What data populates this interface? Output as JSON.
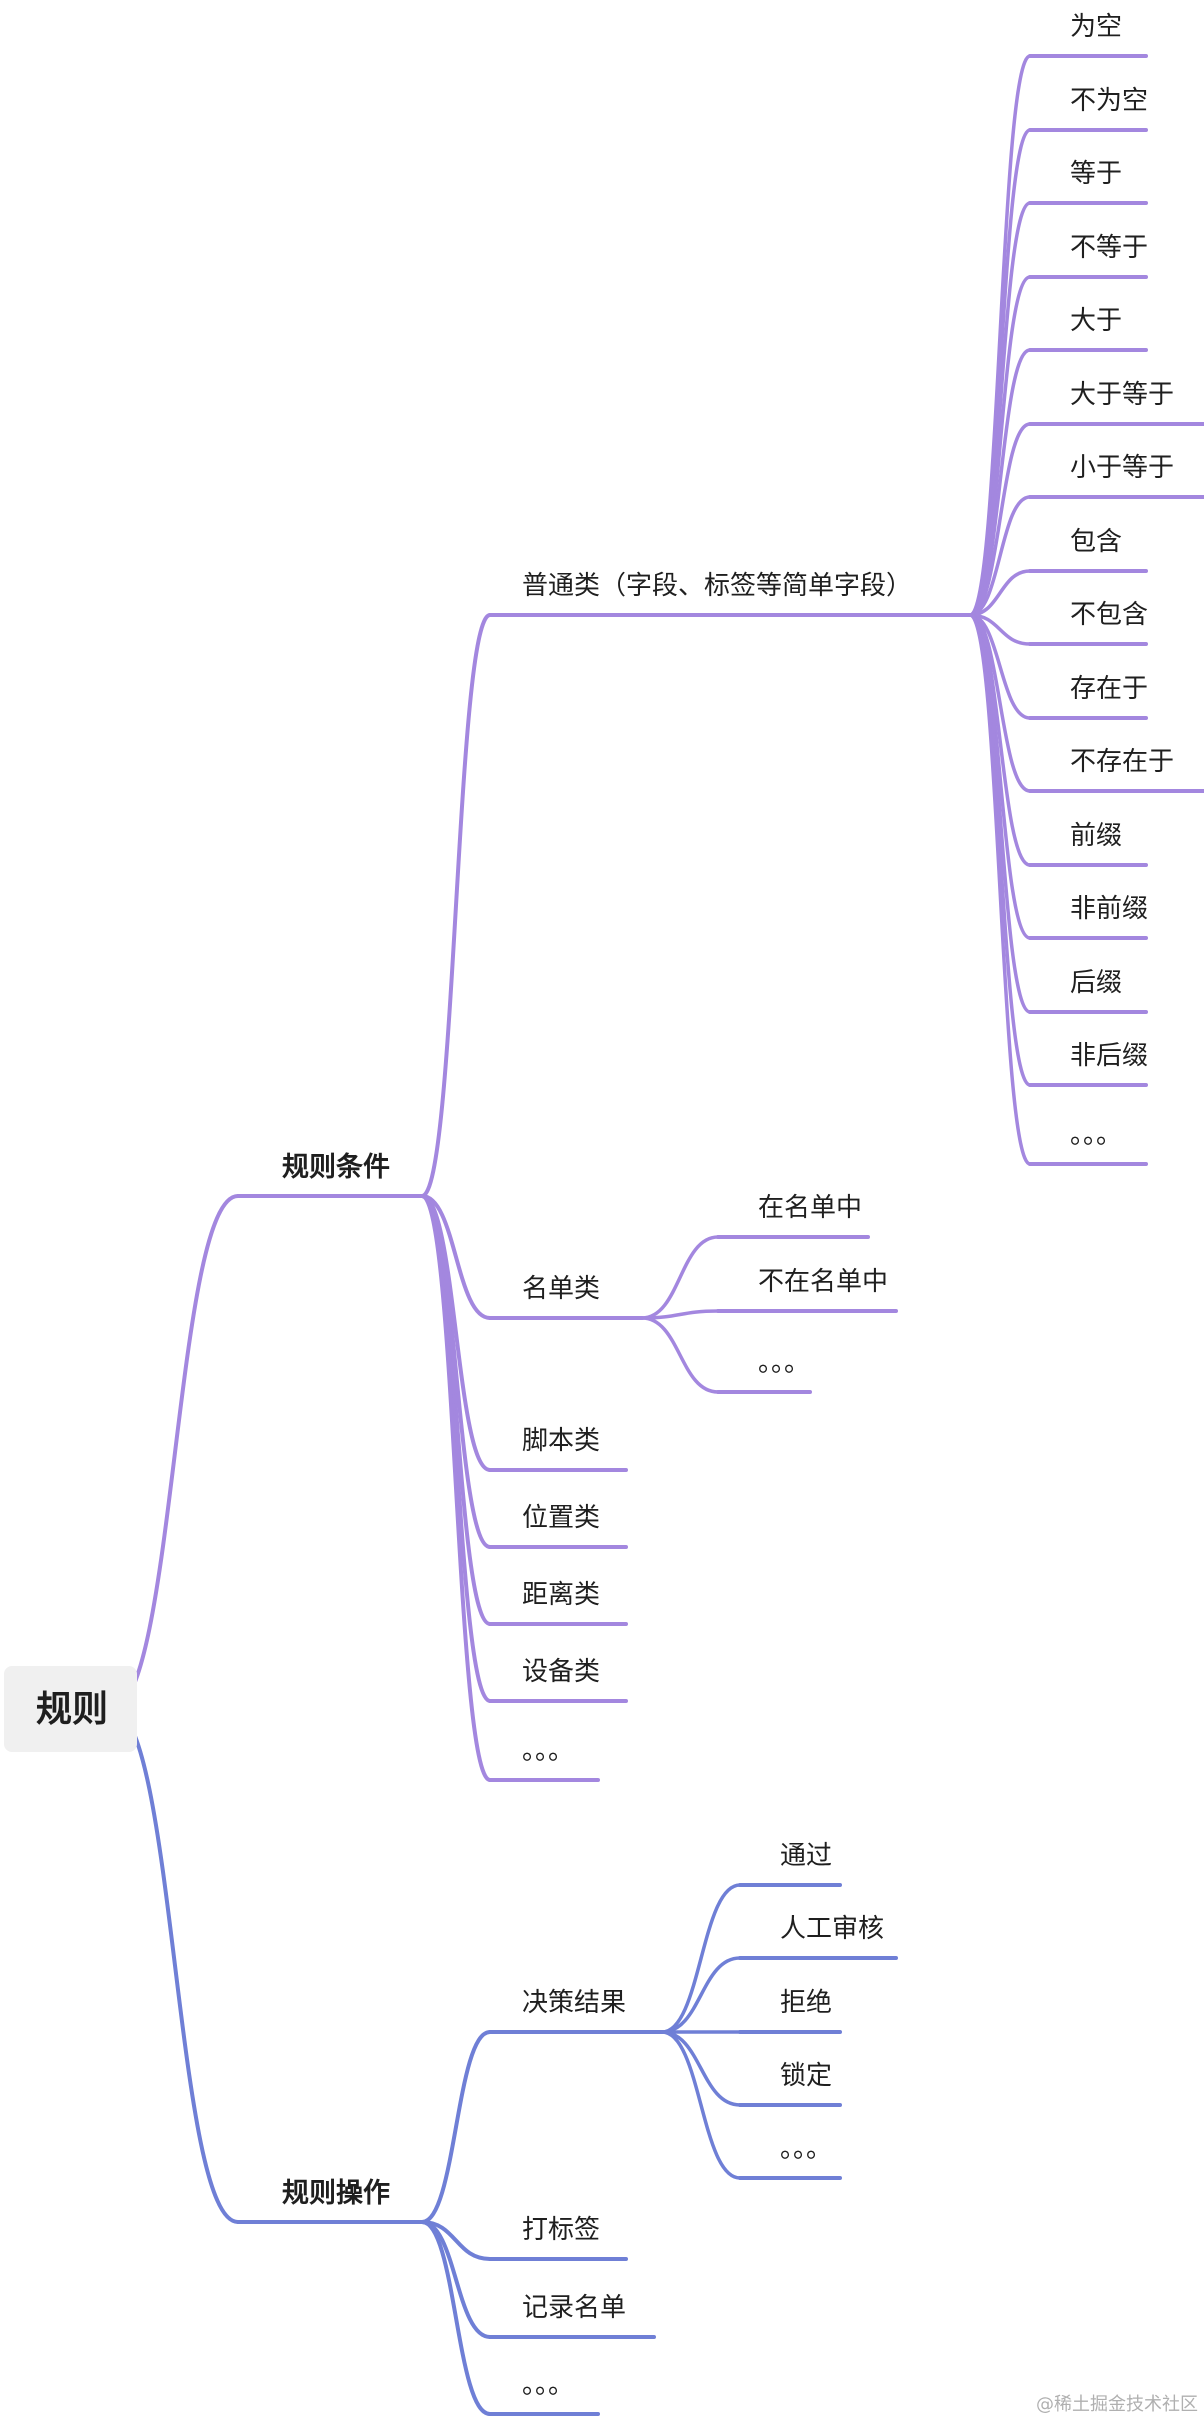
{
  "root": "规则",
  "watermark": "@稀土掘金技术社区",
  "colors": {
    "conditions": "#a387df",
    "operations": "#6f7fd6",
    "root_bg": "#f0f0f0"
  },
  "branches": [
    {
      "label": "规则条件",
      "children": [
        {
          "label": "普通类（字段、标签等简单字段）",
          "children": [
            "为空",
            "不为空",
            "等于",
            "不等于",
            "大于",
            "大于等于",
            "小于等于",
            "包含",
            "不包含",
            "存在于",
            "不存在于",
            "前缀",
            "非前缀",
            "后缀",
            "非后缀",
            "。。。"
          ]
        },
        {
          "label": "名单类",
          "children": [
            "在名单中",
            "不在名单中",
            "。。。"
          ]
        },
        {
          "label": "脚本类"
        },
        {
          "label": "位置类"
        },
        {
          "label": "距离类"
        },
        {
          "label": "设备类"
        },
        {
          "label": "。。。"
        }
      ]
    },
    {
      "label": "规则操作",
      "children": [
        {
          "label": "决策结果",
          "children": [
            "通过",
            "人工审核",
            "拒绝",
            "锁定",
            "。。。"
          ]
        },
        {
          "label": "打标签"
        },
        {
          "label": "记录名单"
        },
        {
          "label": "。。。"
        }
      ]
    }
  ]
}
